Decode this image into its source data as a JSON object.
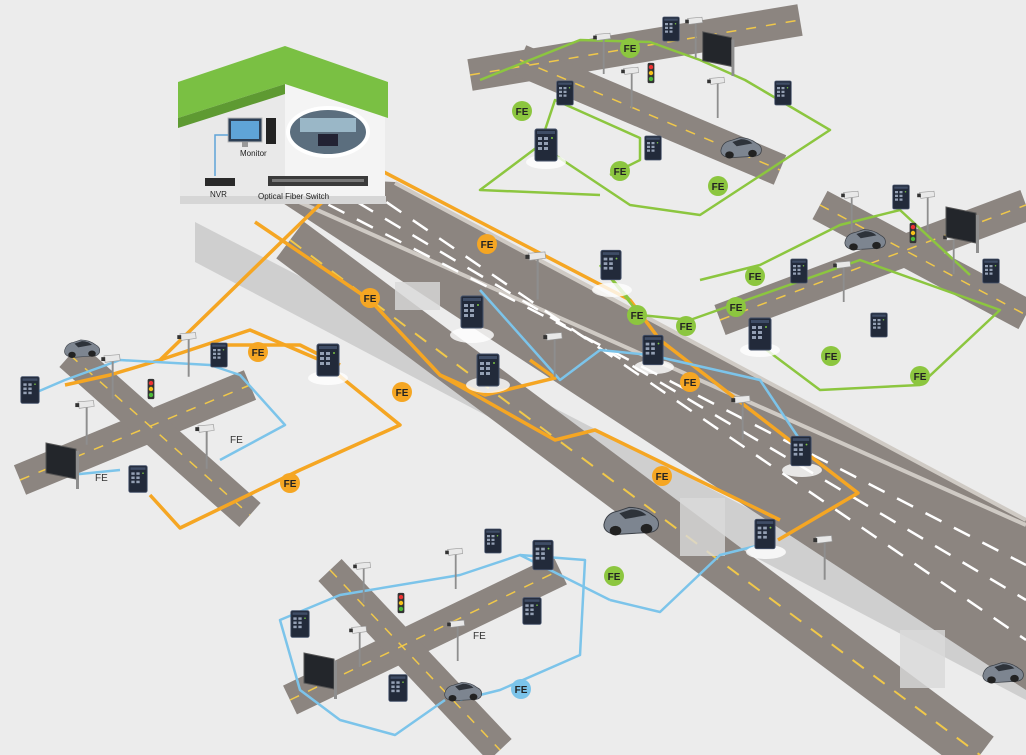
{
  "building": {
    "monitor_label": "Monitor",
    "nvr_label": "NVR",
    "switch_label": "Optical Fiber Switch"
  },
  "badges": [
    {
      "text": "FE",
      "kind": "orange"
    },
    {
      "text": "FE",
      "kind": "orange"
    },
    {
      "text": "FE",
      "kind": "orange"
    },
    {
      "text": "FE",
      "kind": "orange"
    },
    {
      "text": "FE",
      "kind": "orange"
    },
    {
      "text": "FE",
      "kind": "orange"
    },
    {
      "text": "FE",
      "kind": "orange"
    },
    {
      "text": "FE",
      "kind": "green"
    },
    {
      "text": "FE",
      "kind": "green"
    },
    {
      "text": "FE",
      "kind": "green"
    },
    {
      "text": "FE",
      "kind": "green"
    },
    {
      "text": "FE",
      "kind": "green"
    },
    {
      "text": "FE",
      "kind": "green"
    },
    {
      "text": "FE",
      "kind": "green"
    },
    {
      "text": "FE",
      "kind": "green"
    },
    {
      "text": "FE",
      "kind": "green"
    },
    {
      "text": "FE",
      "kind": "green"
    },
    {
      "text": "FE",
      "kind": "green"
    },
    {
      "text": "FE",
      "kind": "blue"
    },
    {
      "text": "FE",
      "kind": "blue"
    }
  ],
  "plain_labels": [
    "FE",
    "FE",
    "FE"
  ],
  "colors": {
    "orange": "#f5a623",
    "green": "#8cc63f",
    "blue": "#7cc4ea",
    "road": "#8c8580",
    "house_roof": "#7ac043"
  },
  "icons": [
    "industrial-switch-icon",
    "cctv-camera-icon",
    "traffic-light-icon",
    "billboard-icon",
    "car-icon"
  ]
}
